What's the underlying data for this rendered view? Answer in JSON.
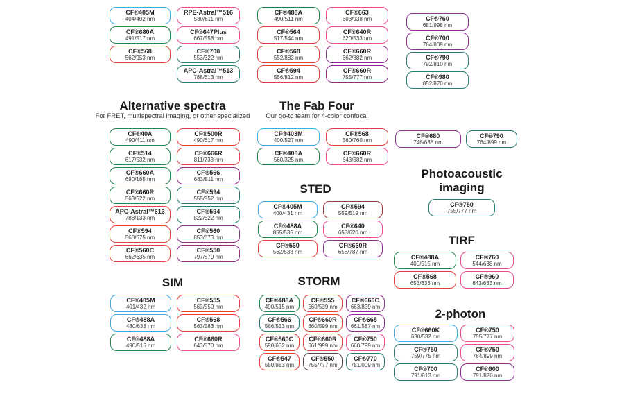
{
  "palette": {
    "blue": "#3fa9e0",
    "green": "#21874f",
    "teal": "#2a7d72",
    "red": "#e2403a",
    "pink": "#e84a8f",
    "purple": "#8e2d92",
    "maroon": "#9c3a3a",
    "dark": "#564349"
  },
  "sections": {
    "alternative": {
      "title": "Alternative spectra",
      "subtitle": "For FRET, multispectral imaging, or other specialized"
    },
    "fabfour": {
      "title": "The Fab Four",
      "subtitle": "Our go-to team for 4-color confocal"
    },
    "sted": {
      "title": "STED"
    },
    "sim": {
      "title": "SIM"
    },
    "storm": {
      "title": "STORM"
    },
    "photoacoustic": {
      "title": "Photoacoustic imaging"
    },
    "tirf": {
      "title": "TIRF"
    },
    "twophoton": {
      "title": "2-photon"
    }
  },
  "dyes": {
    "top_col1": [
      {
        "name": "CF®405M",
        "ex_em": "404/402 nm",
        "color": "blue"
      },
      {
        "name": "CF®680A",
        "ex_em": "491/517 nm",
        "color": "green"
      },
      {
        "name": "CF®568",
        "ex_em": "562/953 nm",
        "color": "red"
      }
    ],
    "top_col2": [
      {
        "name": "RPE-Astral™516",
        "ex_em": "580/611 nm",
        "color": "pink"
      },
      {
        "name": "CF®647Plus",
        "ex_em": "667/558 nm",
        "color": "pink"
      },
      {
        "name": "CF®700",
        "ex_em": "553/322 nm",
        "color": "teal"
      },
      {
        "name": "APC-Astral™513",
        "ex_em": "788/613 nm",
        "color": "teal"
      }
    ],
    "top_col3": [
      {
        "name": "CF®488A",
        "ex_em": "490/511 nm",
        "color": "green"
      },
      {
        "name": "CF®564",
        "ex_em": "517/544 nm",
        "color": "red"
      },
      {
        "name": "CF®568",
        "ex_em": "552/883 nm",
        "color": "red"
      },
      {
        "name": "CF®594",
        "ex_em": "556/812 nm",
        "color": "red"
      }
    ],
    "top_col4": [
      {
        "name": "CF®663",
        "ex_em": "603/938 nm",
        "color": "pink"
      },
      {
        "name": "CF®640R",
        "ex_em": "620/533 nm",
        "color": "pink"
      },
      {
        "name": "CF®660R",
        "ex_em": "662/882 nm",
        "color": "purple"
      },
      {
        "name": "CF®660R",
        "ex_em": "755/777 nm",
        "color": "purple"
      }
    ],
    "top_col5": [
      {
        "name": "CF®760",
        "ex_em": "681/998 nm",
        "color": "purple"
      },
      {
        "name": "CF®700",
        "ex_em": "784/809 nm",
        "color": "purple"
      },
      {
        "name": "CF®790",
        "ex_em": "792/810 nm",
        "color": "teal"
      },
      {
        "name": "CF®980",
        "ex_em": "852/870 nm",
        "color": "teal"
      }
    ],
    "alt_col1": [
      {
        "name": "CF®40A",
        "ex_em": "490/411 nm",
        "color": "green"
      },
      {
        "name": "CF®514",
        "ex_em": "617/532 nm",
        "color": "green"
      },
      {
        "name": "CF®660A",
        "ex_em": "690/185 nm",
        "color": "green"
      },
      {
        "name": "CF®660R",
        "ex_em": "563/522 nm",
        "color": "green"
      },
      {
        "name": "APC-Astral™613",
        "ex_em": "788/133 nm",
        "color": "red"
      },
      {
        "name": "CF®594",
        "ex_em": "560/675 nm",
        "color": "red"
      },
      {
        "name": "CF®560C",
        "ex_em": "662/635 nm",
        "color": "red"
      }
    ],
    "alt_col2": [
      {
        "name": "CF®500R",
        "ex_em": "490/617 nm",
        "color": "red"
      },
      {
        "name": "CF®666R",
        "ex_em": "811/738 nm",
        "color": "red"
      },
      {
        "name": "CF®566",
        "ex_em": "683/811 nm",
        "color": "purple"
      },
      {
        "name": "CF®594",
        "ex_em": "555/852 nm",
        "color": "teal"
      },
      {
        "name": "CF®594",
        "ex_em": "822/822 nm",
        "color": "teal"
      },
      {
        "name": "CF®560",
        "ex_em": "853/673 nm",
        "color": "purple"
      },
      {
        "name": "CF®550",
        "ex_em": "797/879 nm",
        "color": "purple"
      }
    ],
    "fab_col1": [
      {
        "name": "CF®403M",
        "ex_em": "400/527 nm",
        "color": "blue"
      },
      {
        "name": "CF®408A",
        "ex_em": "560/325 nm",
        "color": "green"
      }
    ],
    "fab_col2": [
      {
        "name": "CF®568",
        "ex_em": "560/760 nm",
        "color": "red"
      },
      {
        "name": "CF®660R",
        "ex_em": "643/682 nm",
        "color": "pink"
      }
    ],
    "sted_col1": [
      {
        "name": "CF®405M",
        "ex_em": "400/431 nm",
        "color": "blue"
      },
      {
        "name": "CF®488A",
        "ex_em": "855/535 nm",
        "color": "green"
      },
      {
        "name": "CF®560",
        "ex_em": "562/538 nm",
        "color": "red"
      }
    ],
    "sted_col2": [
      {
        "name": "CF®594",
        "ex_em": "559/519 nm",
        "color": "maroon"
      },
      {
        "name": "CF®640",
        "ex_em": "653/620 nm",
        "color": "pink"
      },
      {
        "name": "CF®660R",
        "ex_em": "658/787 nm",
        "color": "purple"
      }
    ],
    "sim_col1": [
      {
        "name": "CF®405M",
        "ex_em": "401/432 nm",
        "color": "blue"
      },
      {
        "name": "CF®488A",
        "ex_em": "480/633 nm",
        "color": "blue"
      },
      {
        "name": "CF®488A",
        "ex_em": "490/515 nm",
        "color": "green"
      }
    ],
    "sim_col2": [
      {
        "name": "CF®555",
        "ex_em": "563/550 nm",
        "color": "red"
      },
      {
        "name": "CF®568",
        "ex_em": "563/583 nm",
        "color": "red"
      },
      {
        "name": "CF®660R",
        "ex_em": "643/870 nm",
        "color": "pink"
      }
    ],
    "storm_col1": [
      {
        "name": "CF®488A",
        "ex_em": "490/515 nm",
        "color": "green"
      },
      {
        "name": "CF®566",
        "ex_em": "566/533 nm",
        "color": "teal"
      },
      {
        "name": "CF®560C",
        "ex_em": "590/632 nm",
        "color": "red"
      },
      {
        "name": "CF®547",
        "ex_em": "550/983 nm",
        "color": "red"
      }
    ],
    "storm_col2": [
      {
        "name": "CF®555",
        "ex_em": "560/539 nm",
        "color": "red"
      },
      {
        "name": "CF®660R",
        "ex_em": "660/599 nm",
        "color": "red"
      },
      {
        "name": "CF®660R",
        "ex_em": "661/999 nm",
        "color": "red"
      },
      {
        "name": "CF®550",
        "ex_em": "755/777 nm",
        "color": "dark"
      }
    ],
    "storm_col3": [
      {
        "name": "CF®660C",
        "ex_em": "663/839 nm",
        "color": "purple"
      },
      {
        "name": "CF®665",
        "ex_em": "661/587 nm",
        "color": "purple"
      },
      {
        "name": "CF®750",
        "ex_em": "660/799 nm",
        "color": "pink"
      },
      {
        "name": "CF®770",
        "ex_em": "781/009 nm",
        "color": "teal"
      }
    ],
    "pair_1": [
      {
        "name": "CF®680",
        "ex_em": "746/638 nm",
        "color": "purple"
      }
    ],
    "pair_2": [
      {
        "name": "CF®790",
        "ex_em": "764/899 nm",
        "color": "teal"
      }
    ],
    "photo": [
      {
        "name": "CF®750",
        "ex_em": "755/777 nm",
        "color": "teal"
      }
    ],
    "tirf_col1": [
      {
        "name": "CF®488A",
        "ex_em": "400/515 nm",
        "color": "green"
      },
      {
        "name": "CF®568",
        "ex_em": "653/633 nm",
        "color": "red"
      }
    ],
    "tirf_col2": [
      {
        "name": "CF®760",
        "ex_em": "544/638 nm",
        "color": "pink"
      },
      {
        "name": "CF®960",
        "ex_em": "643/633 nm",
        "color": "pink"
      }
    ],
    "twop_col1": [
      {
        "name": "CF®660K",
        "ex_em": "630/532 nm",
        "color": "blue"
      },
      {
        "name": "CF®750",
        "ex_em": "759/775 nm",
        "color": "teal"
      },
      {
        "name": "CF®700",
        "ex_em": "791/813 nm",
        "color": "teal"
      }
    ],
    "twop_col2": [
      {
        "name": "CF®750",
        "ex_em": "755/777 nm",
        "color": "pink"
      },
      {
        "name": "CF®750",
        "ex_em": "784/899 nm",
        "color": "pink"
      },
      {
        "name": "CF®900",
        "ex_em": "791/870 nm",
        "color": "purple"
      }
    ]
  }
}
